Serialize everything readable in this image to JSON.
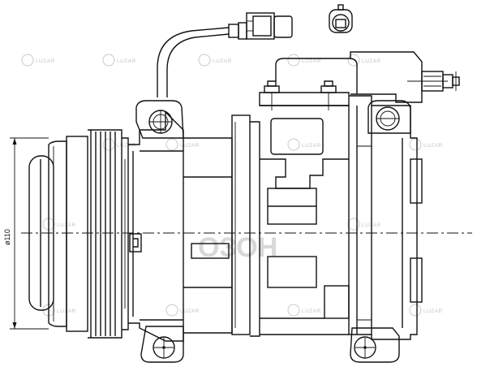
{
  "drawing": {
    "dimension_label": "ø110",
    "watermark_text": "LUZAR",
    "watermark_big": "ОЗОН",
    "colors": {
      "line": "#111111",
      "watermark": "#c9c9c9"
    }
  }
}
